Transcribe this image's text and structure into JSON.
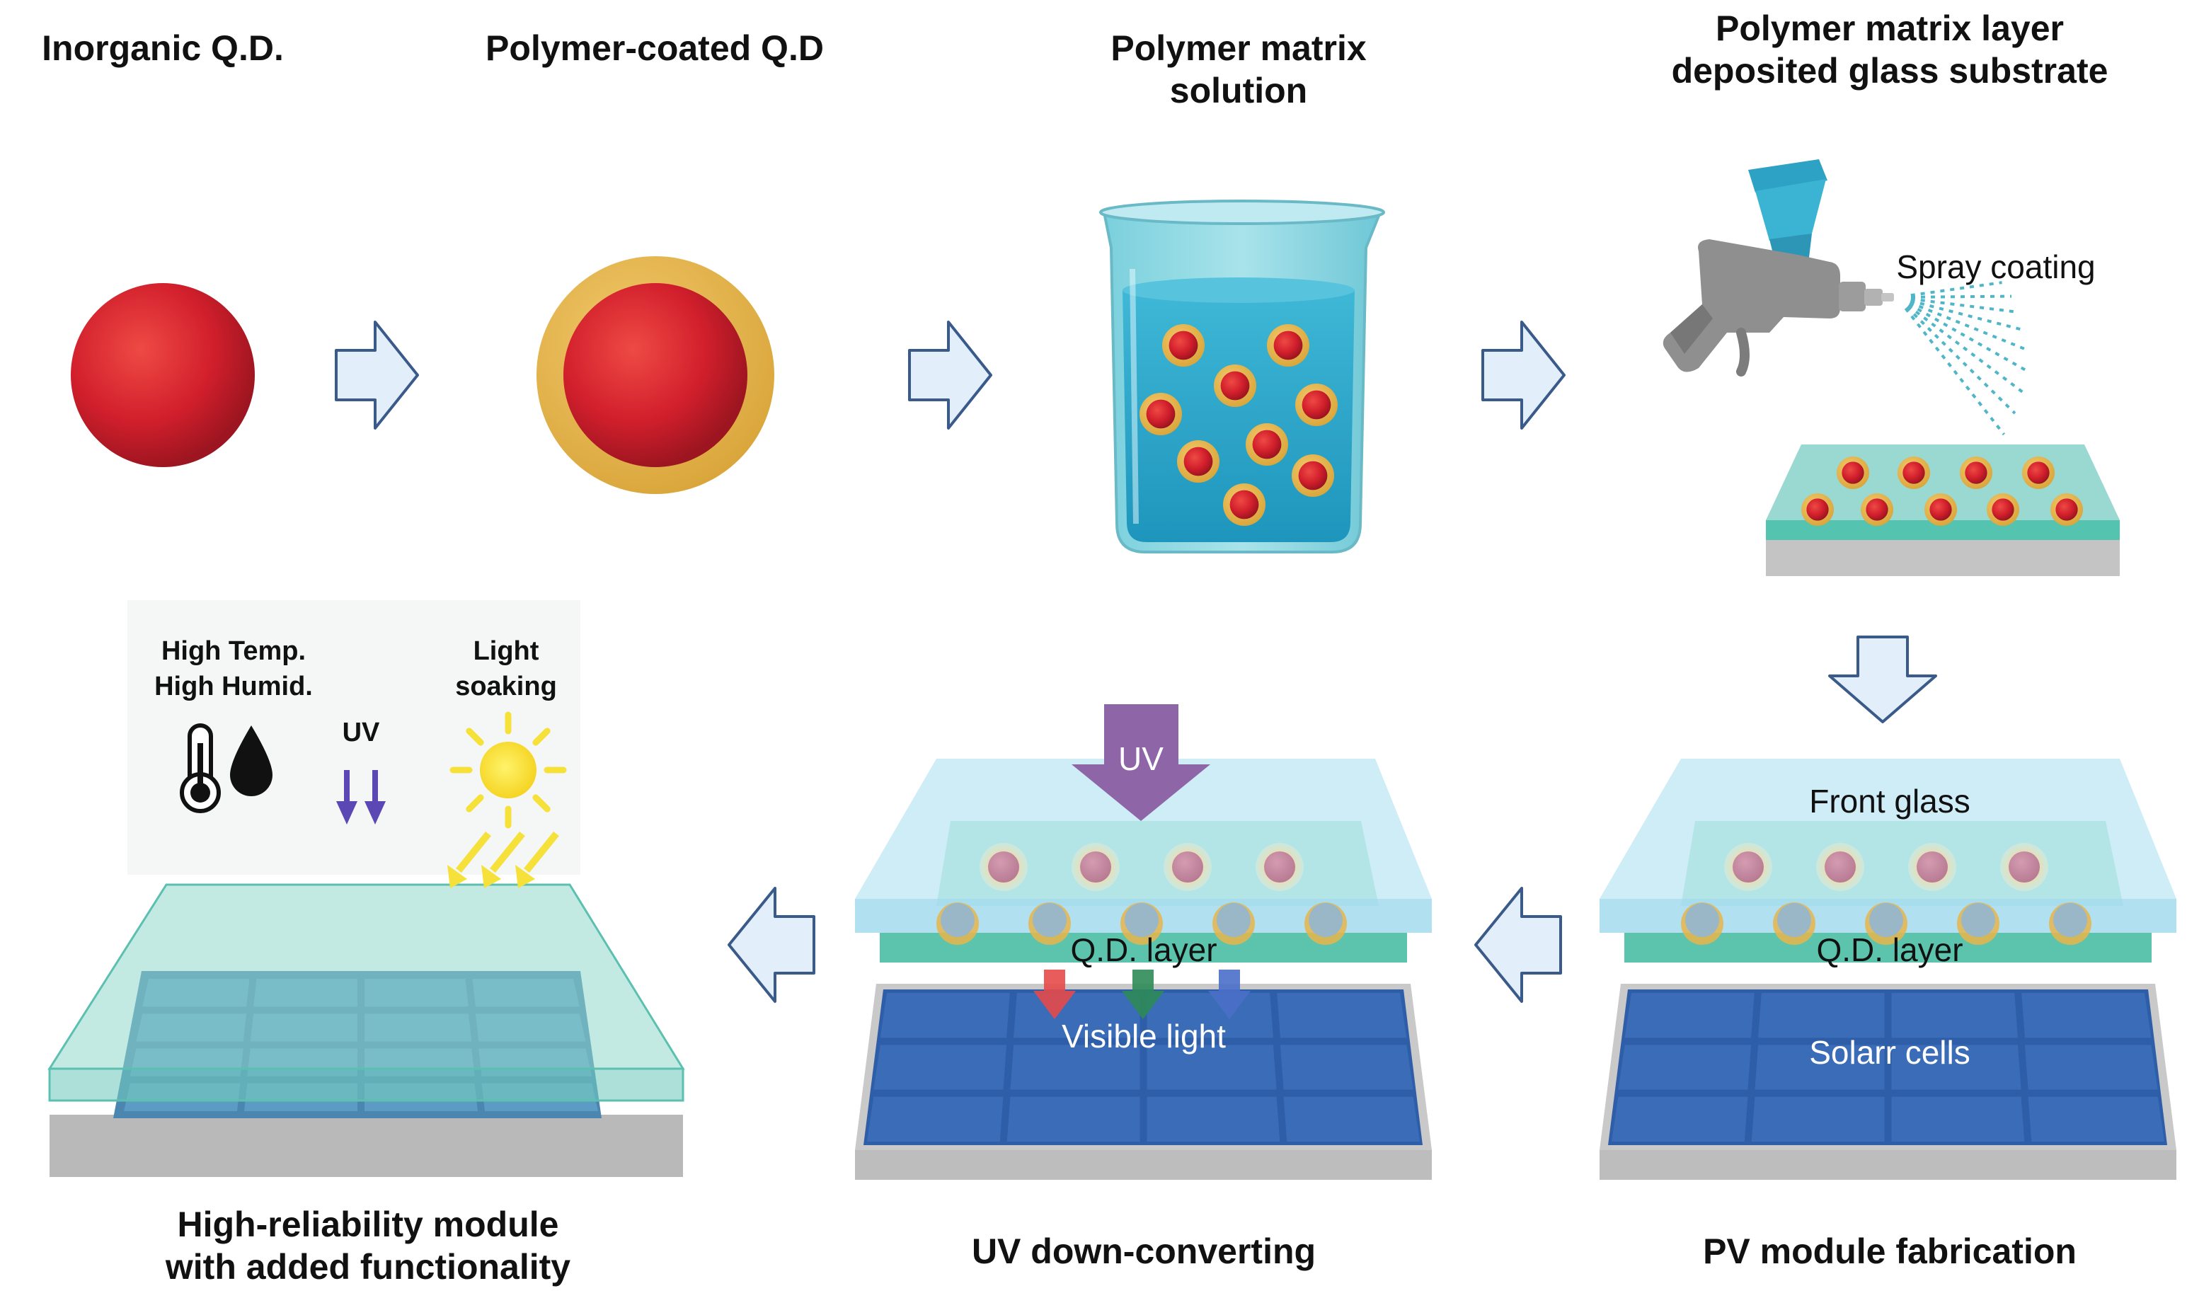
{
  "steps": {
    "inorganic_qd": "Inorganic Q.D.",
    "polymer_coated_qd": "Polymer-coated Q.D",
    "polymer_matrix_solution": [
      "Polymer matrix",
      "solution"
    ],
    "polymer_layer_glass": [
      "Polymer matrix layer",
      "deposited glass substrate"
    ],
    "pv_module_fabrication": "PV module fabrication",
    "uv_down_converting": "UV down-converting",
    "high_reliability_module": [
      "High-reliability module",
      "with added functionality"
    ]
  },
  "labels": {
    "spray_coating": "Spray coating",
    "front_glass": "Front glass",
    "qd_layer_pv": "Q.D. layer",
    "solar_cells": "Solarr cells",
    "uv_arrow": "UV",
    "qd_layer_uv": "Q.D. layer",
    "visible_light": "Visible light"
  },
  "stresses": {
    "temp_humid": [
      "High Temp.",
      "High Humid."
    ],
    "uv": "UV",
    "light_soaking": [
      "Light",
      "soaking"
    ]
  },
  "icons": [
    "thermometer-icon",
    "water-drop-icon",
    "sun-icon",
    "spray-gun-icon",
    "beaker-icon",
    "flow-arrow-icon"
  ],
  "colors": {
    "qd_red": "#d2212f",
    "qd_shell": "#e0b04a",
    "arrow_fill": "#e3eefb",
    "arrow_stroke": "#3a5a8a",
    "solution_blue": "#2aa7c9",
    "glass": "#bfe7f3",
    "qd_layer": "#5cc4ac",
    "solar_cell": "#2f5ea8",
    "frame": "#bcbcbc",
    "uv_purple": "#8e66a8",
    "sun_yellow": "#f6e03a"
  }
}
